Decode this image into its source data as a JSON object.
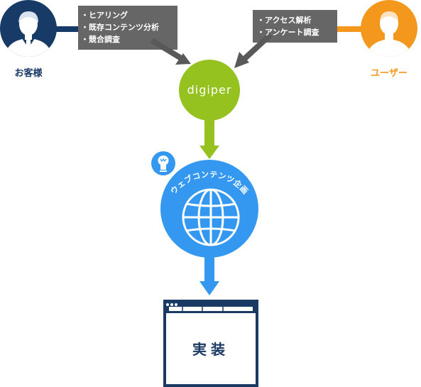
{
  "colors": {
    "customer": "#173a66",
    "user": "#f4971d",
    "digiper": "#95c21e",
    "web": "#3498f0",
    "note_box": "#666666",
    "note_arrow": "#595959",
    "browser": "#1a3a63"
  },
  "customer": {
    "icon": "businessman-icon",
    "label": "お客様",
    "tasks": [
      "ヒアリング",
      "既存コンテンツ分析",
      "競合調査"
    ]
  },
  "user": {
    "icon": "person-icon",
    "label": "ユーザー",
    "tasks": [
      "アクセス解析",
      "アンケート調査"
    ]
  },
  "digiper": {
    "label": "digiper"
  },
  "planning": {
    "label": "ウェブコンテンツ企画",
    "icons": [
      "globe-icon",
      "lightbulb-icon"
    ]
  },
  "implementation": {
    "icon": "browser-window-icon",
    "label": "実装"
  }
}
